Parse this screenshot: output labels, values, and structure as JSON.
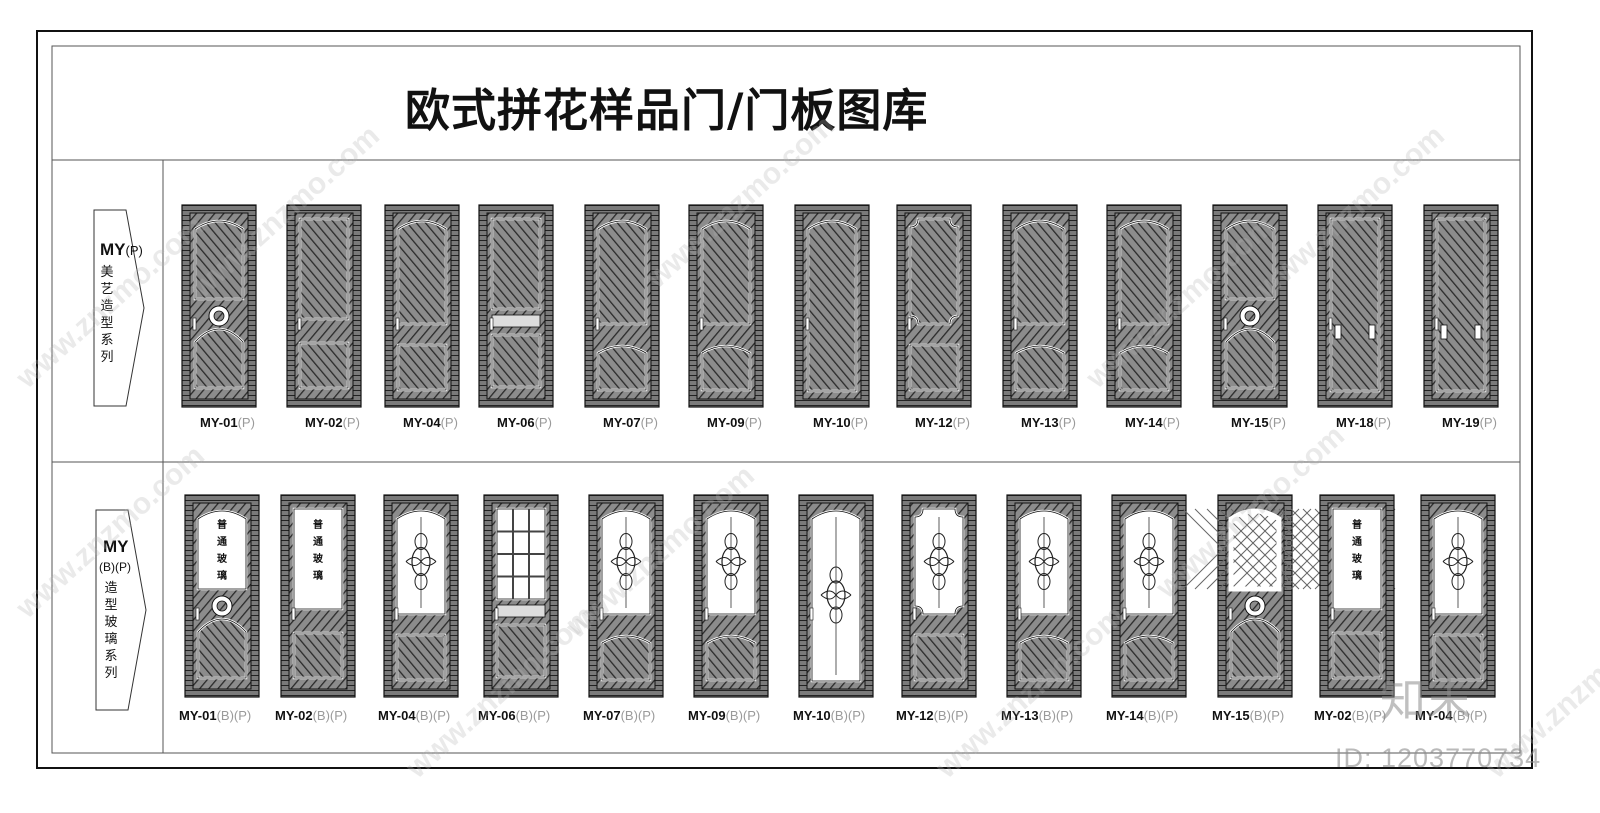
{
  "title": "欧式拼花样品门/门板图库",
  "rows": [
    {
      "code": "MY",
      "code_suffix": "(P)",
      "label_chars": "美\n艺\n造\n型\n系\n列",
      "doors": [
        {
          "label": "MY-01",
          "suffix": "(P)",
          "style": "medallion"
        },
        {
          "label": "MY-02",
          "suffix": "(P)",
          "style": "rect-two"
        },
        {
          "label": "MY-04",
          "suffix": "(P)",
          "style": "arch-three"
        },
        {
          "label": "MY-06",
          "suffix": "(P)",
          "style": "rect-three"
        },
        {
          "label": "MY-07",
          "suffix": "(P)",
          "style": "arch-wave"
        },
        {
          "label": "MY-09",
          "suffix": "(P)",
          "style": "arch-wave"
        },
        {
          "label": "MY-10",
          "suffix": "(P)",
          "style": "full-arch"
        },
        {
          "label": "MY-12",
          "suffix": "(P)",
          "style": "scallop"
        },
        {
          "label": "MY-13",
          "suffix": "(P)",
          "style": "arch-wave"
        },
        {
          "label": "MY-14",
          "suffix": "(P)",
          "style": "arch-wave"
        },
        {
          "label": "MY-15",
          "suffix": "(P)",
          "style": "medallion"
        },
        {
          "label": "MY-18",
          "suffix": "(P)",
          "style": "full-rect"
        },
        {
          "label": "MY-19",
          "suffix": "(P)",
          "style": "full-rect"
        }
      ]
    },
    {
      "code": "MY",
      "code_suffix": "(B)(P)",
      "label_chars": "造\n型\n玻\n璃\n系\n列",
      "doors": [
        {
          "label": "MY-01",
          "suffix": "(B)(P)",
          "style": "medallion",
          "glass": "text"
        },
        {
          "label": "MY-02",
          "suffix": "(B)(P)",
          "style": "rect-two",
          "glass": "text"
        },
        {
          "label": "MY-04",
          "suffix": "(B)(P)",
          "style": "arch-three",
          "glass": "ornament"
        },
        {
          "label": "MY-06",
          "suffix": "(B)(P)",
          "style": "rect-three",
          "glass": "grid"
        },
        {
          "label": "MY-07",
          "suffix": "(B)(P)",
          "style": "arch-wave",
          "glass": "ornament"
        },
        {
          "label": "MY-09",
          "suffix": "(B)(P)",
          "style": "arch-wave",
          "glass": "ornament"
        },
        {
          "label": "MY-10",
          "suffix": "(B)(P)",
          "style": "full-arch",
          "glass": "ornament"
        },
        {
          "label": "MY-12",
          "suffix": "(B)(P)",
          "style": "scallop",
          "glass": "ornament"
        },
        {
          "label": "MY-13",
          "suffix": "(B)(P)",
          "style": "arch-wave",
          "glass": "ornament"
        },
        {
          "label": "MY-14",
          "suffix": "(B)(P)",
          "style": "arch-wave",
          "glass": "ornament"
        },
        {
          "label": "MY-15",
          "suffix": "(B)(P)",
          "style": "medallion",
          "glass": "lattice"
        },
        {
          "label": "MY-02",
          "suffix": "(B)(P)",
          "style": "rect-two",
          "glass": "text"
        },
        {
          "label": "MY-04",
          "suffix": "(B)(P)",
          "style": "arch-three",
          "glass": "ornament"
        }
      ]
    }
  ],
  "glass_text": "普\n通\n玻\n璃",
  "watermark": {
    "brand": "知末",
    "id": "ID: 1203770734",
    "site": "www.znzmo.com"
  }
}
